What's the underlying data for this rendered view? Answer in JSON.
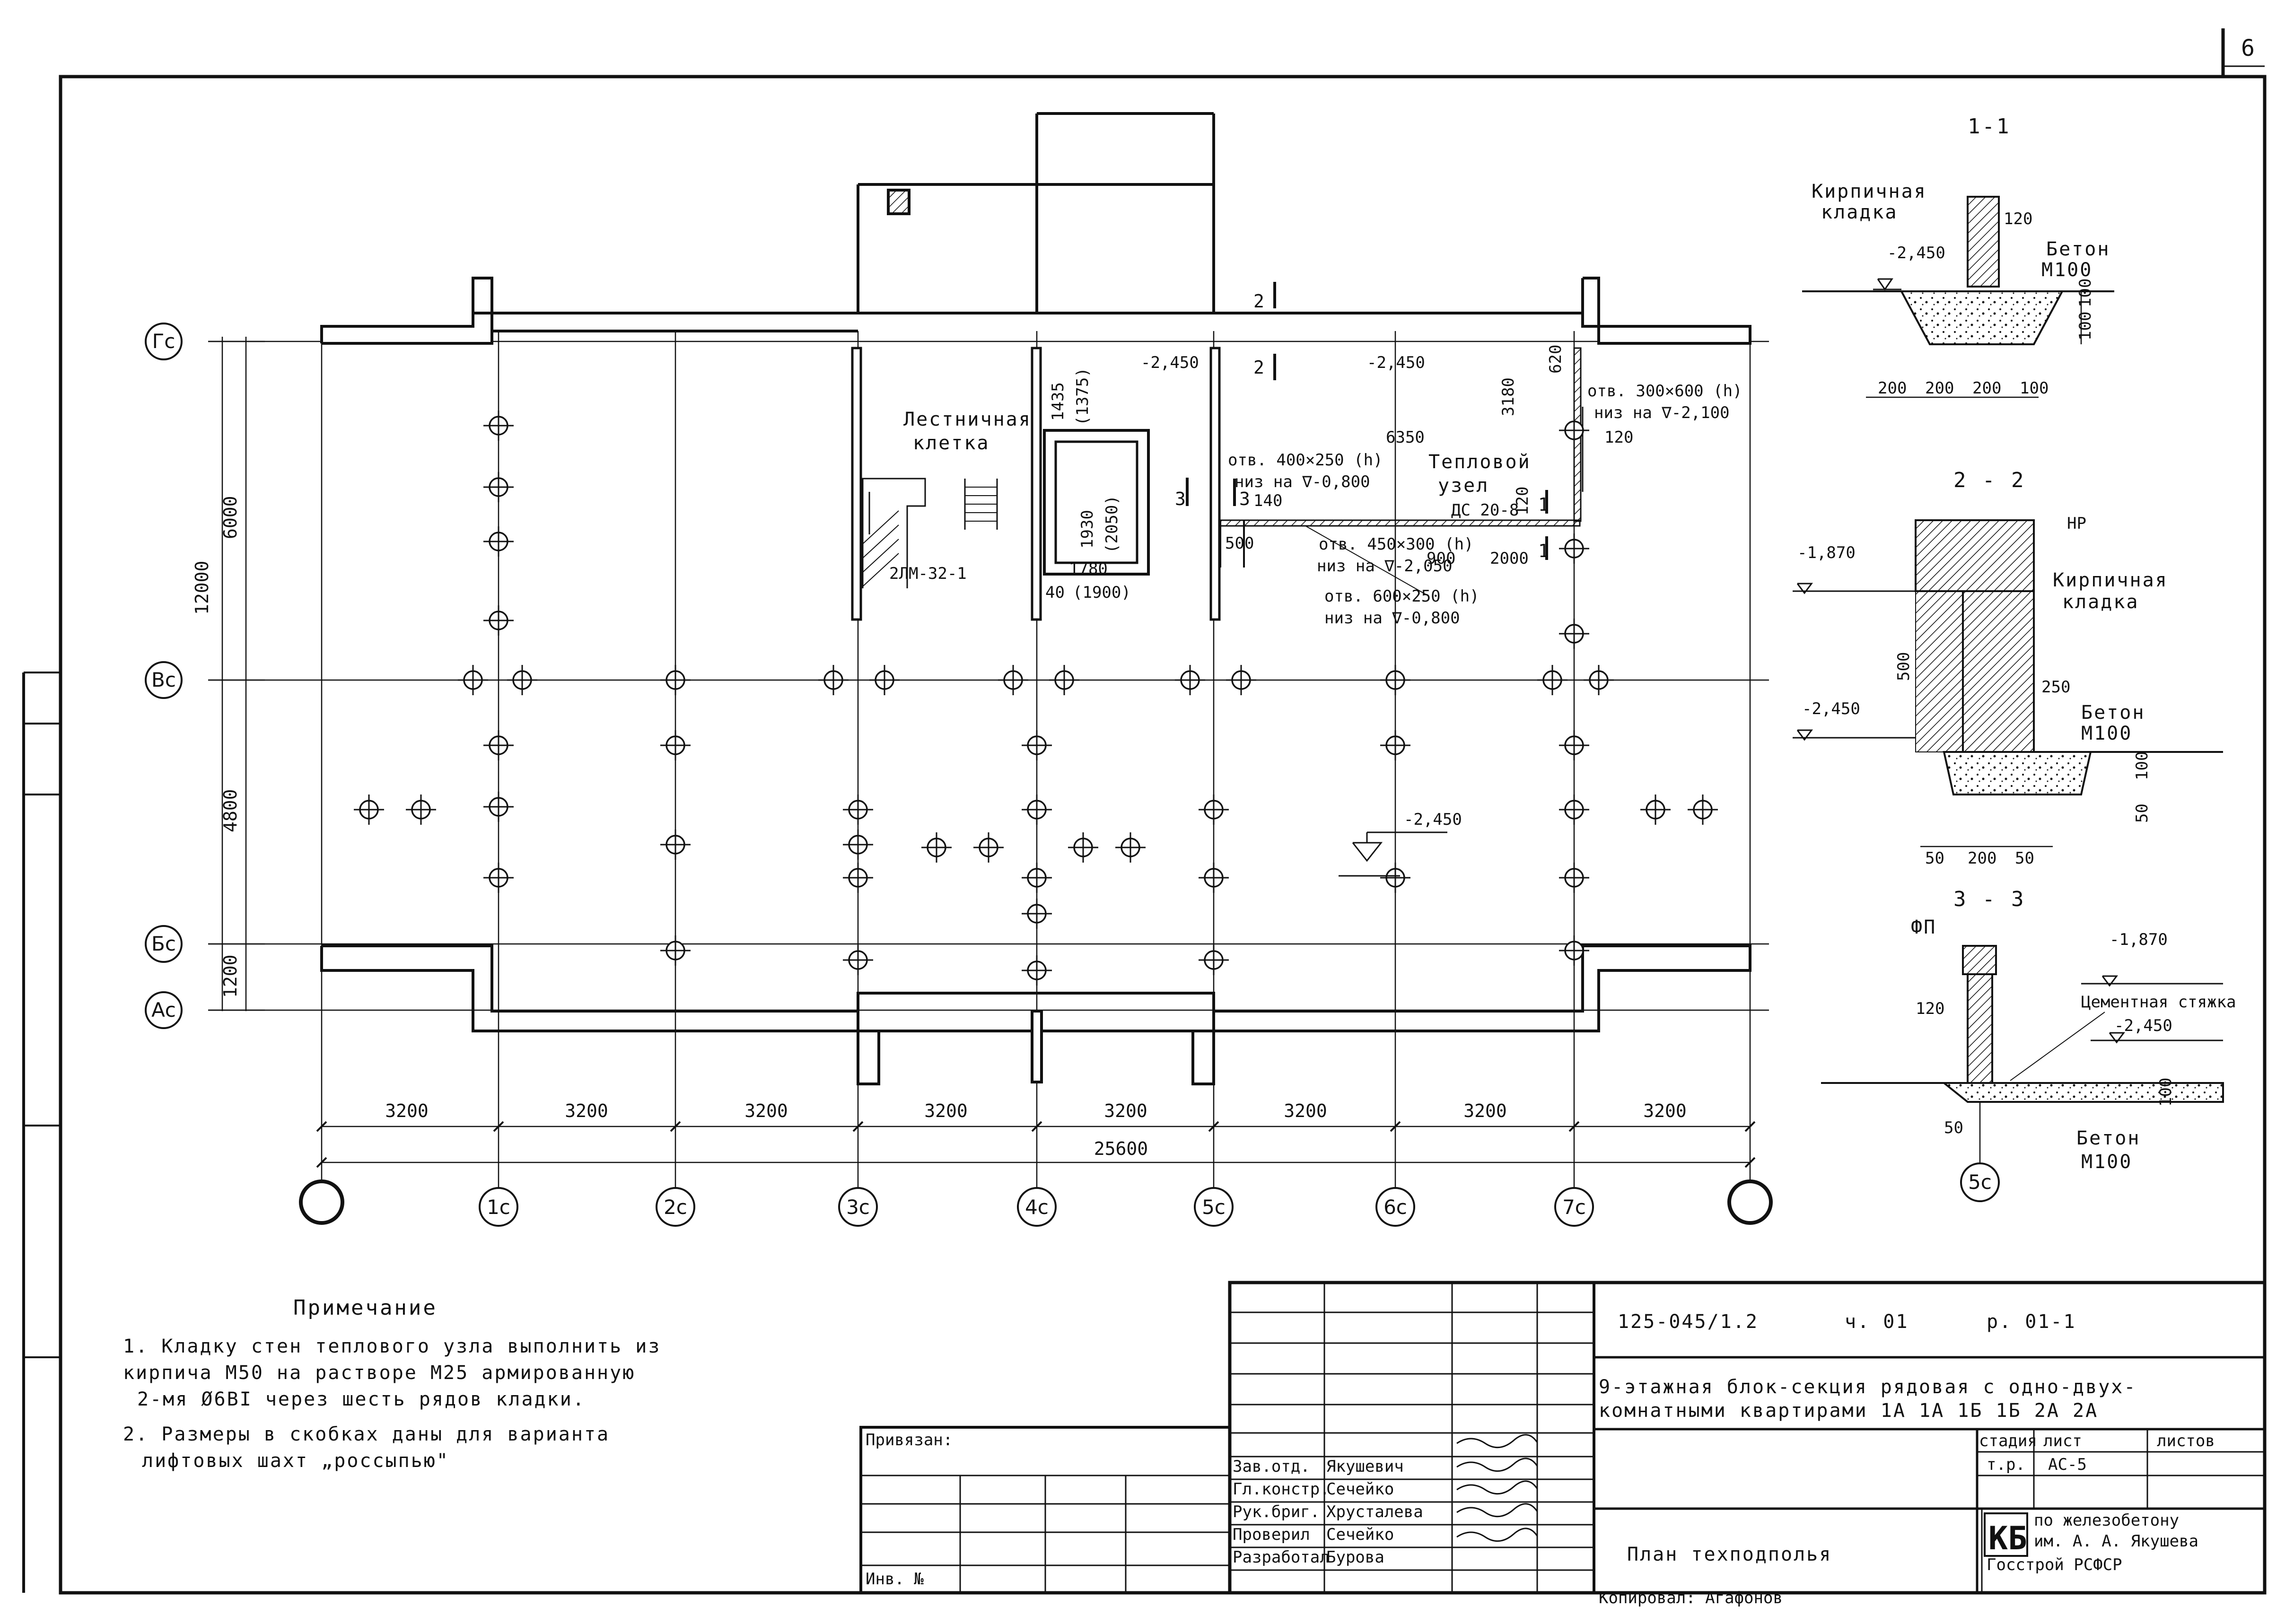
{
  "sheet": {
    "corner_mark": "6",
    "code": "125-045/1.2",
    "part": "ч. 01",
    "section": "р. 01-1",
    "title_line1": "9-этажная блок-секция рядовая с одно-двух-",
    "title_line2": "комнатными квартирами 1А 1А 1Б 1Б 2А 2А",
    "drawing_name": "План техподполья",
    "stage_label": "стадия",
    "sheet_label": "лист",
    "sheets_label": "листов",
    "stage": "т.р.",
    "sheet_no": "АС-5",
    "org_logo": "КБ",
    "org_line1": "по железобетону",
    "org_line2": "им. А. А. Якушева",
    "org_line3": "Госстрой РСФСР",
    "bound_label": "Привязан:",
    "inv_label": "Инв. №",
    "bottom_text": "Копировал: Агафонов"
  },
  "staff": [
    {
      "role": "Зав.отд.",
      "name": "Якушевич"
    },
    {
      "role": "Гл.констр.",
      "name": "Сечейко"
    },
    {
      "role": "Рук.бриг.",
      "name": "Хрусталева"
    },
    {
      "role": "Проверил",
      "name": "Сечейко"
    },
    {
      "role": "Разработал",
      "name": "Бурова"
    }
  ],
  "notes": {
    "heading": "Примечание",
    "line1": "1. Кладку стен теплового узла выполнить из",
    "line2": "кирпича М50 на растворе М25 армированную",
    "line3": "2-мя Ø6ВI через шесть рядов кладки.",
    "line4": "2. Размеры в скобках даны для варианта",
    "line5": "лифтовых шахт „россыпью\""
  },
  "axes": {
    "cols": [
      "",
      "1с",
      "2с",
      "3с",
      "4с",
      "5с",
      "6с",
      "7с",
      ""
    ],
    "rows": [
      "Гс",
      "Вс",
      "Бс",
      "Ас"
    ],
    "spans": [
      "3200",
      "3200",
      "3200",
      "3200",
      "3200",
      "3200",
      "3200",
      "3200"
    ],
    "total": "25600",
    "left_dims": {
      "total": "12000",
      "d1": "6000",
      "d2": "4800",
      "d3": "1200"
    }
  },
  "plan": {
    "section_mark_2": "2",
    "section_mark_2b": "2",
    "section_mark_3": "3",
    "section_mark_3b": "3",
    "section_mark_1": "1",
    "section_mark_1b": "1",
    "stair_label_1": "Лестничная",
    "stair_label_2": "клетка",
    "stair_code": "2ЛМ-32-1",
    "lift_dim_v": "1435",
    "lift_dim_v_b": "(1375)",
    "lift_inner_v": "1930",
    "lift_inner_v_b": "(2050)",
    "lift_dim_h": "1780",
    "lift_dim_h_b": "(1900)",
    "lift_40": "40",
    "level_1": "-2,450",
    "level_2": "-2,450",
    "level_3": "-2,450",
    "heat_1": "Тепловой",
    "heat_2": "узел",
    "door": "ДС 20-8",
    "dim_6350": "6350",
    "dim_3180": "3180",
    "dim_620": "620",
    "dim_120a": "120",
    "dim_120b": "120",
    "dim_120c": "120",
    "dim_140": "140",
    "dim_500": "500",
    "dim_900": "900",
    "dim_2000": "2000",
    "otv1a": "отв. 300×600 (h)",
    "otv1b": "низ на ∇-2,100",
    "otv2a": "отв. 400×250 (h)",
    "otv2b": "низ на ∇-0,800",
    "otv3a": "отв. 450×300 (h)",
    "otv3b": "низ на ∇-2,050",
    "otv4a": "отв. 600×250 (h)",
    "otv4b": "низ на ∇-0,800"
  },
  "sec11": {
    "title": "1-1",
    "brick_1": "Кирпичная",
    "brick_2": "кладка",
    "level": "-2,450",
    "t120": "120",
    "concrete": "Бетон",
    "mark": "М100",
    "d100": "100",
    "d100b": "100",
    "dims": [
      "200",
      "200",
      "200",
      "100"
    ]
  },
  "sec22": {
    "title": "2 - 2",
    "level1": "-1,870",
    "level2": "-2,450",
    "np": "НР",
    "brick_1": "Кирпичная",
    "brick_2": "кладка",
    "d500": "500",
    "d250": "250",
    "concrete": "Бетон",
    "mark": "М100",
    "d100": "100",
    "d50v": "50",
    "dims": [
      "50",
      "200",
      "50"
    ]
  },
  "sec33": {
    "title": "3 - 3",
    "fp": "ФП",
    "level1": "-1,870",
    "screed": "Цементная стяжка",
    "level2": "-2,450",
    "t120": "120",
    "d100": "100",
    "d50": "50",
    "concrete": "Бетон",
    "mark": "М100",
    "axis": "5с"
  }
}
